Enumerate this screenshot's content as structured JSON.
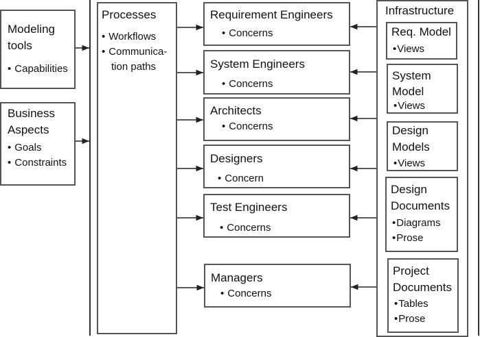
{
  "left": {
    "modeling_tools": {
      "title_line1": "Modeling",
      "title_line2": "tools",
      "bullets": [
        "Capabilities"
      ]
    },
    "business_aspects": {
      "title_line1": "Business",
      "title_line2": "Aspects",
      "bullets": [
        "Goals",
        "Constraints"
      ]
    }
  },
  "processes": {
    "title": "Processes",
    "bullets": [
      "Workflows",
      "Communica-"
    ],
    "continuation": "tion paths"
  },
  "stakeholders": [
    {
      "title": "Requirement Engineers",
      "bullet": "Concerns"
    },
    {
      "title": "System Engineers",
      "bullet": "Concerns"
    },
    {
      "title": "Architects",
      "bullet": "Concerns"
    },
    {
      "title": "Designers",
      "bullet": "Concern"
    },
    {
      "title": "Test Engineers",
      "bullet": "Concerns"
    },
    {
      "title": "Managers",
      "bullet": "Concerns"
    }
  ],
  "infrastructure": {
    "title": "Infrastructure",
    "items": [
      {
        "title_line1": "Req. Model",
        "title_line2": "",
        "bullets": [
          "Views"
        ]
      },
      {
        "title_line1": "System",
        "title_line2": "Model",
        "bullets": [
          "Views"
        ]
      },
      {
        "title_line1": "Design",
        "title_line2": "Models",
        "bullets": [
          "Views"
        ]
      },
      {
        "title_line1": "Design",
        "title_line2": "Documents",
        "bullets": [
          "Diagrams",
          "Prose"
        ]
      },
      {
        "title_line1": "Project",
        "title_line2": "Documents",
        "bullets": [
          "Tables",
          "Prose"
        ]
      }
    ]
  }
}
